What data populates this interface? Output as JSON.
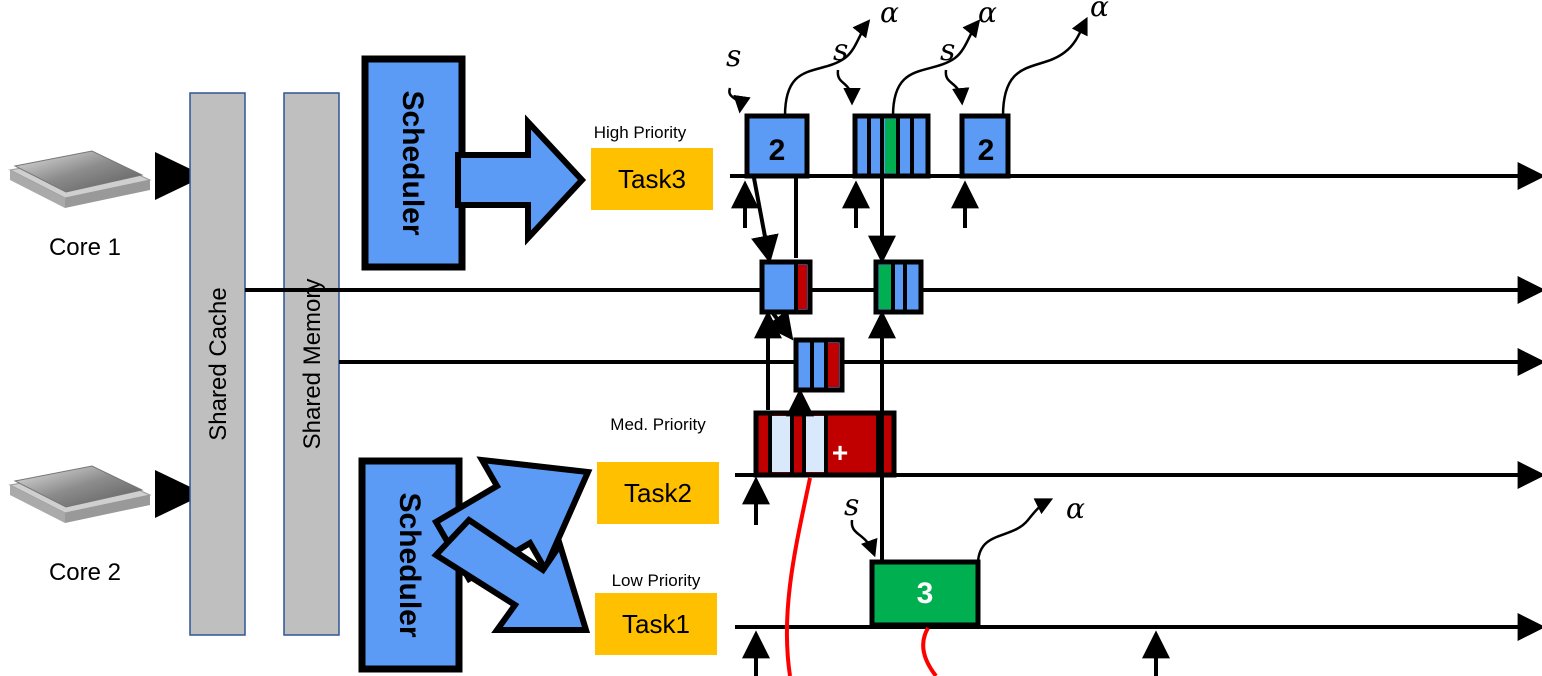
{
  "cores": [
    {
      "label": "Core 1"
    },
    {
      "label": "Core 2"
    }
  ],
  "shared": {
    "cache_label": "Shared Cache",
    "memory_label": "Shared Memory"
  },
  "schedulers": [
    {
      "label": "Scheduler"
    },
    {
      "label": "Scheduler"
    }
  ],
  "tasks": {
    "task3": {
      "name": "Task3",
      "priority": "High Priority"
    },
    "task2": {
      "name": "Task2",
      "priority": "Med. Priority"
    },
    "task1": {
      "name": "Task1",
      "priority": "Low Priority"
    }
  },
  "job_labels": {
    "task3_job1": "2",
    "task3_job3": "2",
    "task1_job": "3",
    "plus_symbol": "+"
  },
  "symbols": {
    "start": "s",
    "alpha": "α"
  },
  "colors": {
    "scheduler_blue": "#5b9bf5",
    "task_label_orange": "#ffc000",
    "shared_gray": "#bfbfbf",
    "cache_green": "#00b050",
    "cache_red": "#c00000",
    "light_blue": "#d9e8fb",
    "path_red": "#ff0000"
  }
}
